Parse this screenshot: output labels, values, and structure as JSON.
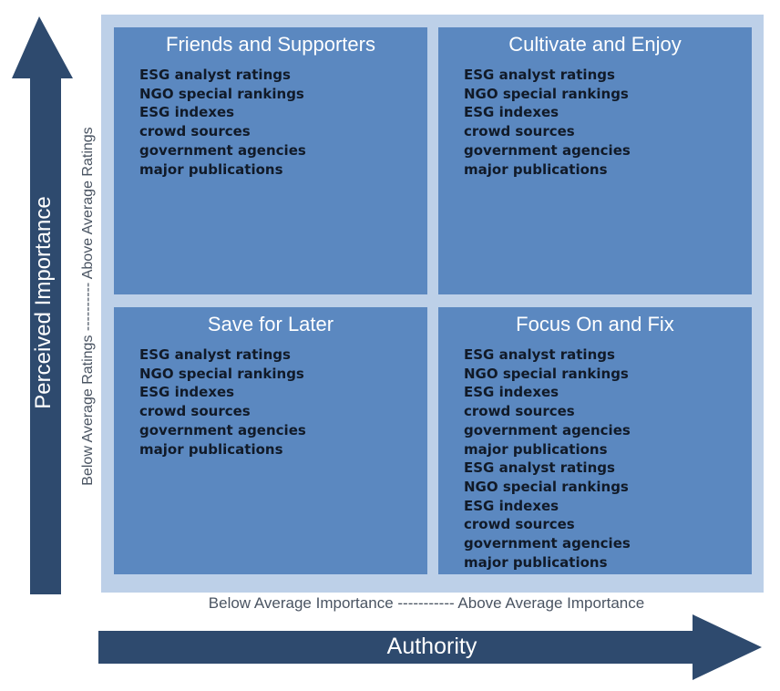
{
  "axes": {
    "vertical_title": "Perceived Importance",
    "horizontal_title": "Authority",
    "vertical_caption": "Below Average Ratings ---------- Above Average Ratings",
    "horizontal_caption": "Below Average Importance ----------- Above Average Importance"
  },
  "quadrants": {
    "top_left": {
      "title": "Friends and Supporters",
      "items": [
        "ESG analyst ratings",
        "NGO special rankings",
        "ESG indexes",
        "crowd sources",
        "government agencies",
        "major publications"
      ]
    },
    "top_right": {
      "title": "Cultivate and Enjoy",
      "items": [
        "ESG analyst ratings",
        "NGO special rankings",
        "ESG indexes",
        "crowd sources",
        "government agencies",
        "major publications"
      ]
    },
    "bottom_left": {
      "title": "Save for Later",
      "items": [
        "ESG analyst ratings",
        "NGO special rankings",
        "ESG indexes",
        "crowd sources",
        "government agencies",
        "major publications"
      ]
    },
    "bottom_right": {
      "title": "Focus On and Fix",
      "items": [
        "ESG analyst ratings",
        "NGO special rankings",
        "ESG indexes",
        "crowd sources",
        "government agencies",
        "major publications",
        "ESG analyst ratings",
        "NGO special rankings",
        "ESG indexes",
        "crowd sources",
        "government agencies",
        "major publications"
      ]
    }
  },
  "colors": {
    "arrow": "#2e4a6e",
    "frame": "#bdd0e8",
    "quadrant": "#5b88c0"
  }
}
